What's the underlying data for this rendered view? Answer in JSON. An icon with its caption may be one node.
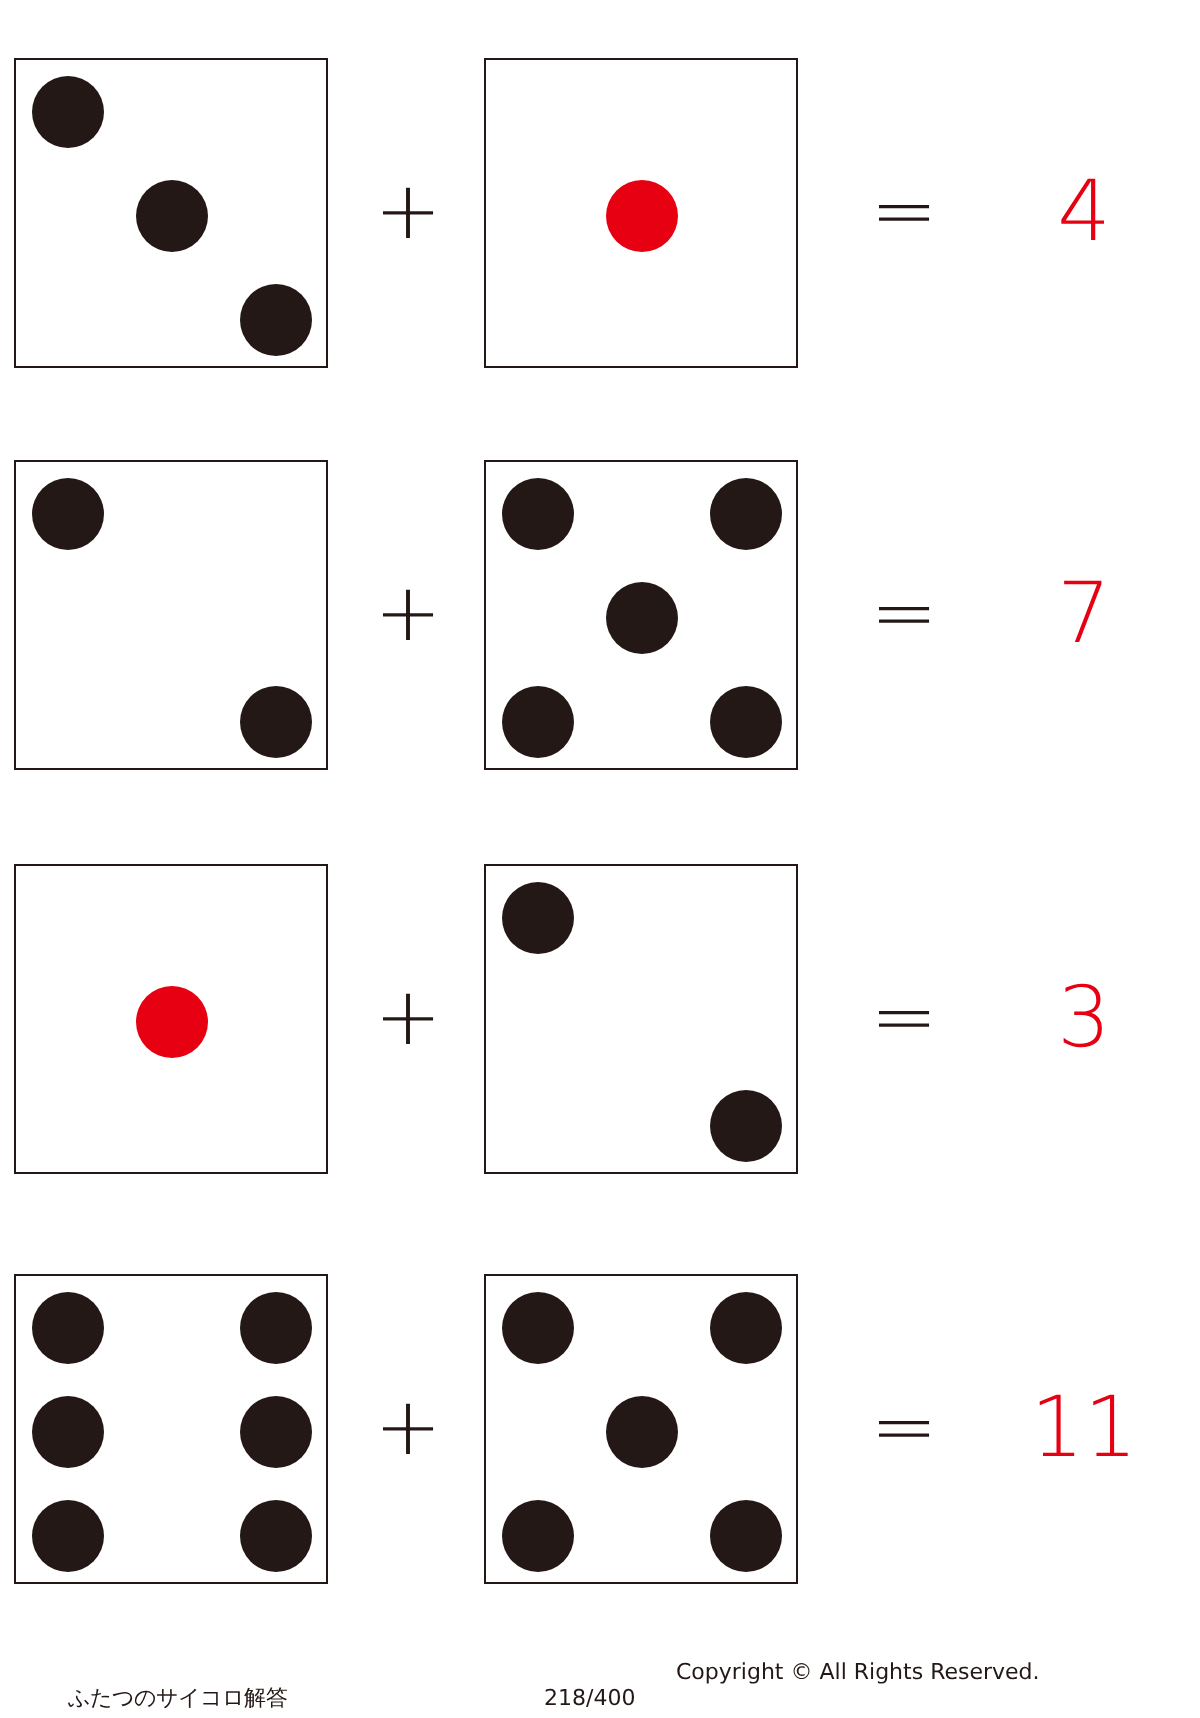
{
  "diagram": {
    "nodes": [
      {
        "text": [],
        "shape": "box"
      },
      {
        "text": [],
        "shape": "box"
      },
      {
        "text": [],
        "shape": "box"
      },
      {
        "text": [],
        "shape": "box"
      },
      {
        "text": [],
        "shape": "box"
      },
      {
        "text": [],
        "shape": "box"
      },
      {
        "text": [],
        "shape": "box"
      },
      {
        "text": [],
        "shape": "box"
      }
    ],
    "labels": [
      "+",
      "=",
      "4",
      "+",
      "=",
      "7",
      "+",
      "=",
      "3",
      "+",
      "=",
      "11",
      "ふたつのサイコロ解答",
      "218/400",
      "Copyright © All Rights Reserved."
    ]
  }
}
